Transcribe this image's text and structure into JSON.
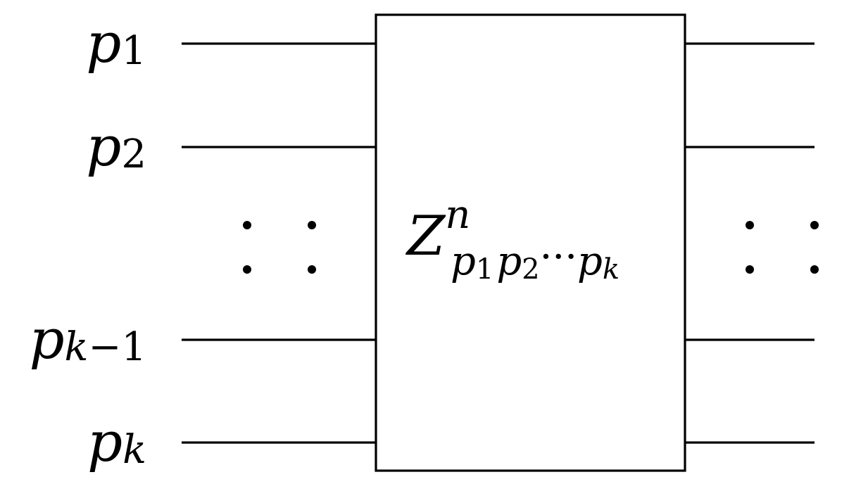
{
  "inputs": [
    {
      "var": "p",
      "sub": "1"
    },
    {
      "var": "p",
      "sub": "2"
    },
    {
      "var": "p",
      "sub": "k",
      "sub_op": "−",
      "sub_num": "1"
    },
    {
      "var": "p",
      "sub": "k"
    }
  ],
  "gate": {
    "symbol": "Z",
    "superscript": "n",
    "subscript": [
      {
        "var": "p",
        "sub": "1"
      },
      {
        "var": "p",
        "sub": "2"
      },
      {
        "ellipsis": "···"
      },
      {
        "var": "p",
        "sub": "k"
      }
    ]
  },
  "ellipsis_glyph": ":",
  "colors": {
    "ink": "#000000",
    "background": "#ffffff"
  }
}
